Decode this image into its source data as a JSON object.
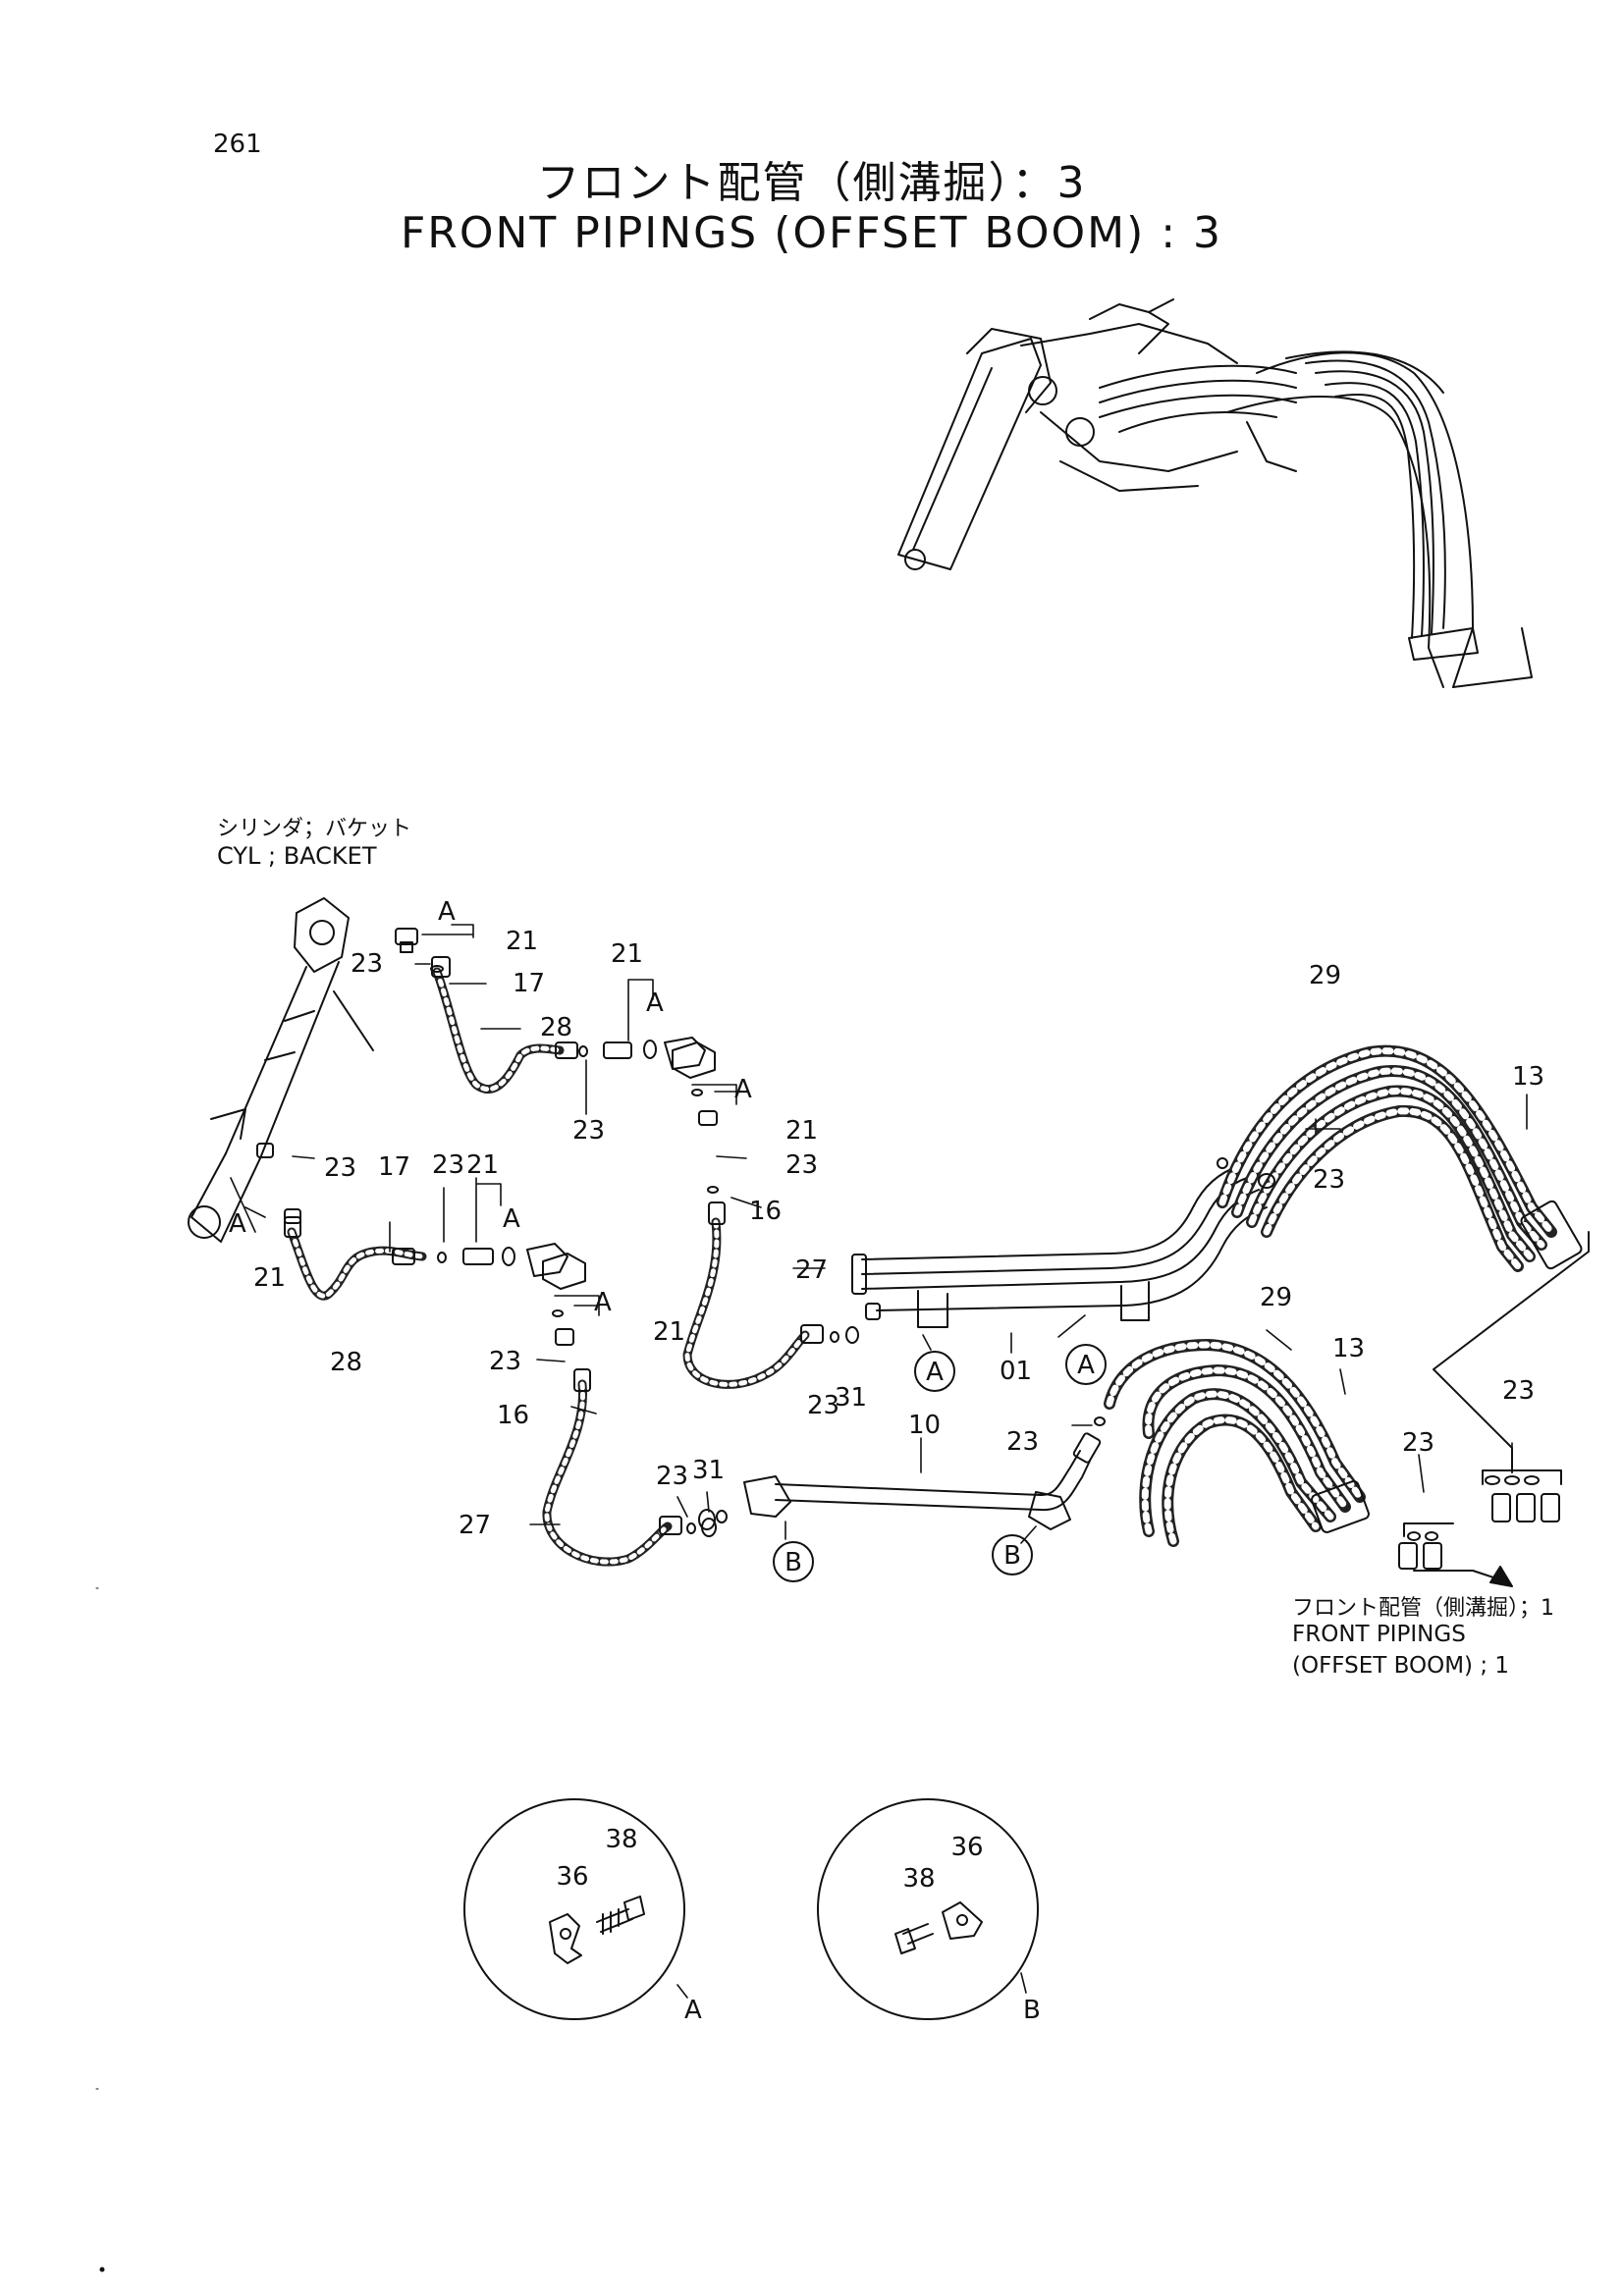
{
  "page": {
    "number": "261",
    "title_jp": "フロント配管（側溝掘）：3",
    "title_en": "FRONT PIPINGS (OFFSET BOOM) : 3"
  },
  "labels": {
    "cylinder_jp": "シリンダ；バケット",
    "cylinder_en": "CYL ; BACKET",
    "reference_jp": "フロント配管（側溝掘）；1",
    "reference_en_line1": "FRONT PIPINGS",
    "reference_en_line2": "(OFFSET BOOM) ; 1"
  },
  "callouts": {
    "c21": "21",
    "c23": "23",
    "c17": "17",
    "c28": "28",
    "c16": "16",
    "c27": "27",
    "c01": "01",
    "c10": "10",
    "c31": "31",
    "c29": "29",
    "c13": "13",
    "c36": "36",
    "c38": "38",
    "cA": "A",
    "cB": "B"
  },
  "detail_views": [
    {
      "letter": "A",
      "parts": [
        "36",
        "38"
      ]
    },
    {
      "letter": "B",
      "parts": [
        "38",
        "36"
      ]
    }
  ]
}
